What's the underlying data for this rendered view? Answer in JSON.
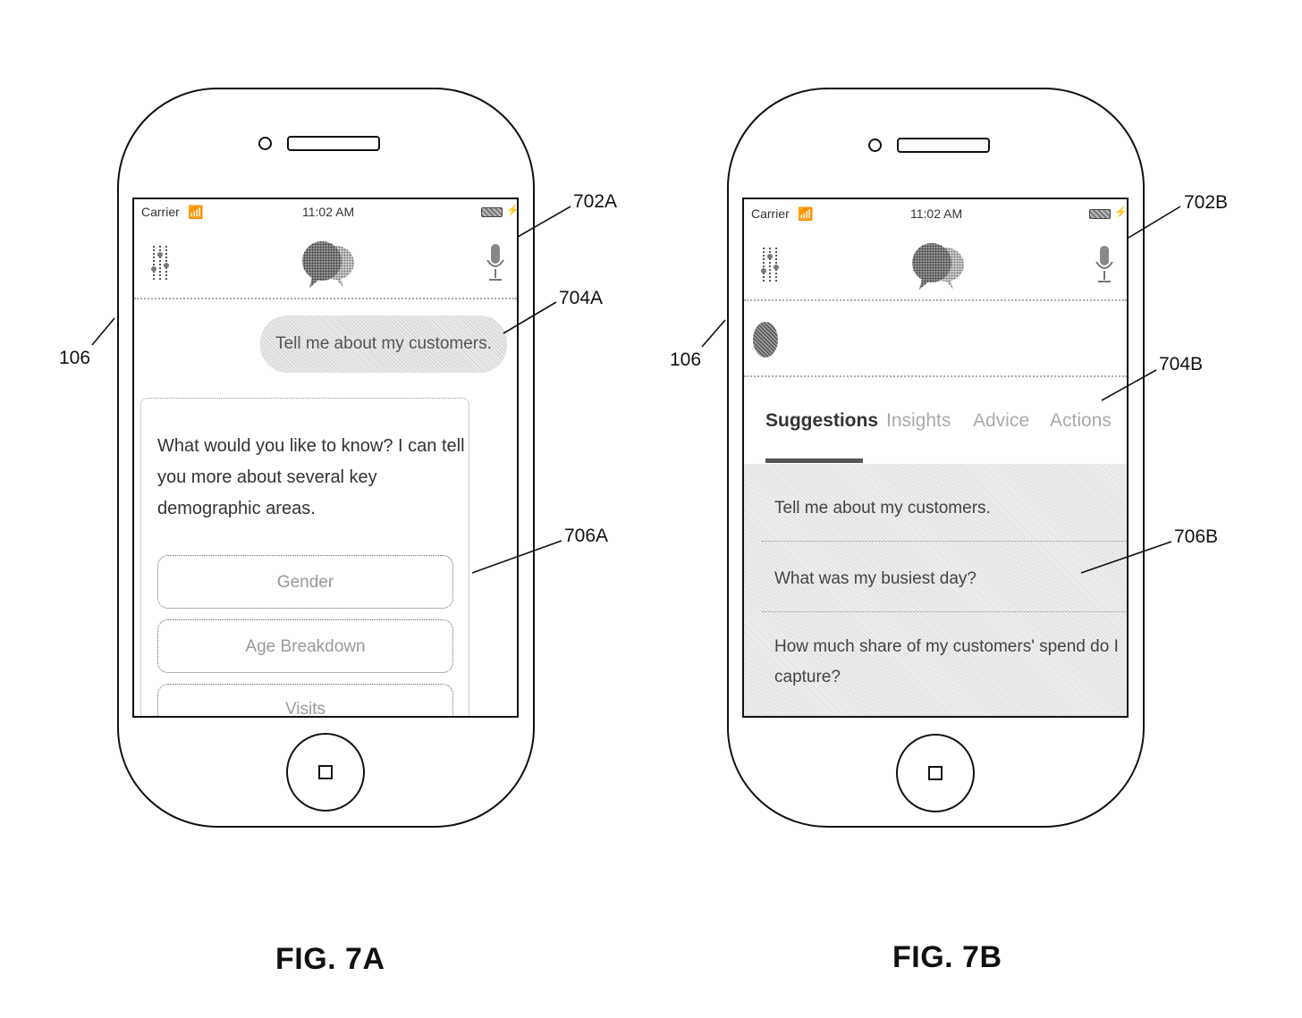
{
  "figures": [
    {
      "caption": "FIG. 7A",
      "refs": {
        "device": "106",
        "screen": "702A",
        "message": "704A",
        "card": "706A"
      },
      "status": {
        "carrier": "Carrier",
        "time": "11:02 AM"
      },
      "user_message": "Tell me about my customers.",
      "response": {
        "text": "What would you like to know? I can tell you more about several key demographic areas.",
        "lines": [
          "What would you like to know? I can tell",
          "you more about several key",
          "demographic areas."
        ],
        "options": [
          "Gender",
          "Age Breakdown",
          "Visits"
        ]
      }
    },
    {
      "caption": "FIG. 7B",
      "refs": {
        "device": "106",
        "screen": "702B",
        "tabs": "704B",
        "suggestions": "706B"
      },
      "status": {
        "carrier": "Carrier",
        "time": "11:02 AM"
      },
      "tabs": [
        "Suggestions",
        "Insights",
        "Advice",
        "Actions"
      ],
      "active_tab": "Suggestions",
      "suggestions": [
        "Tell me about my customers.",
        "What was my busiest day?",
        "How much share of my customers' spend do I capture?"
      ],
      "suggestion_3_lines": [
        "How much share of my customers' spend do I",
        "capture?"
      ]
    }
  ]
}
